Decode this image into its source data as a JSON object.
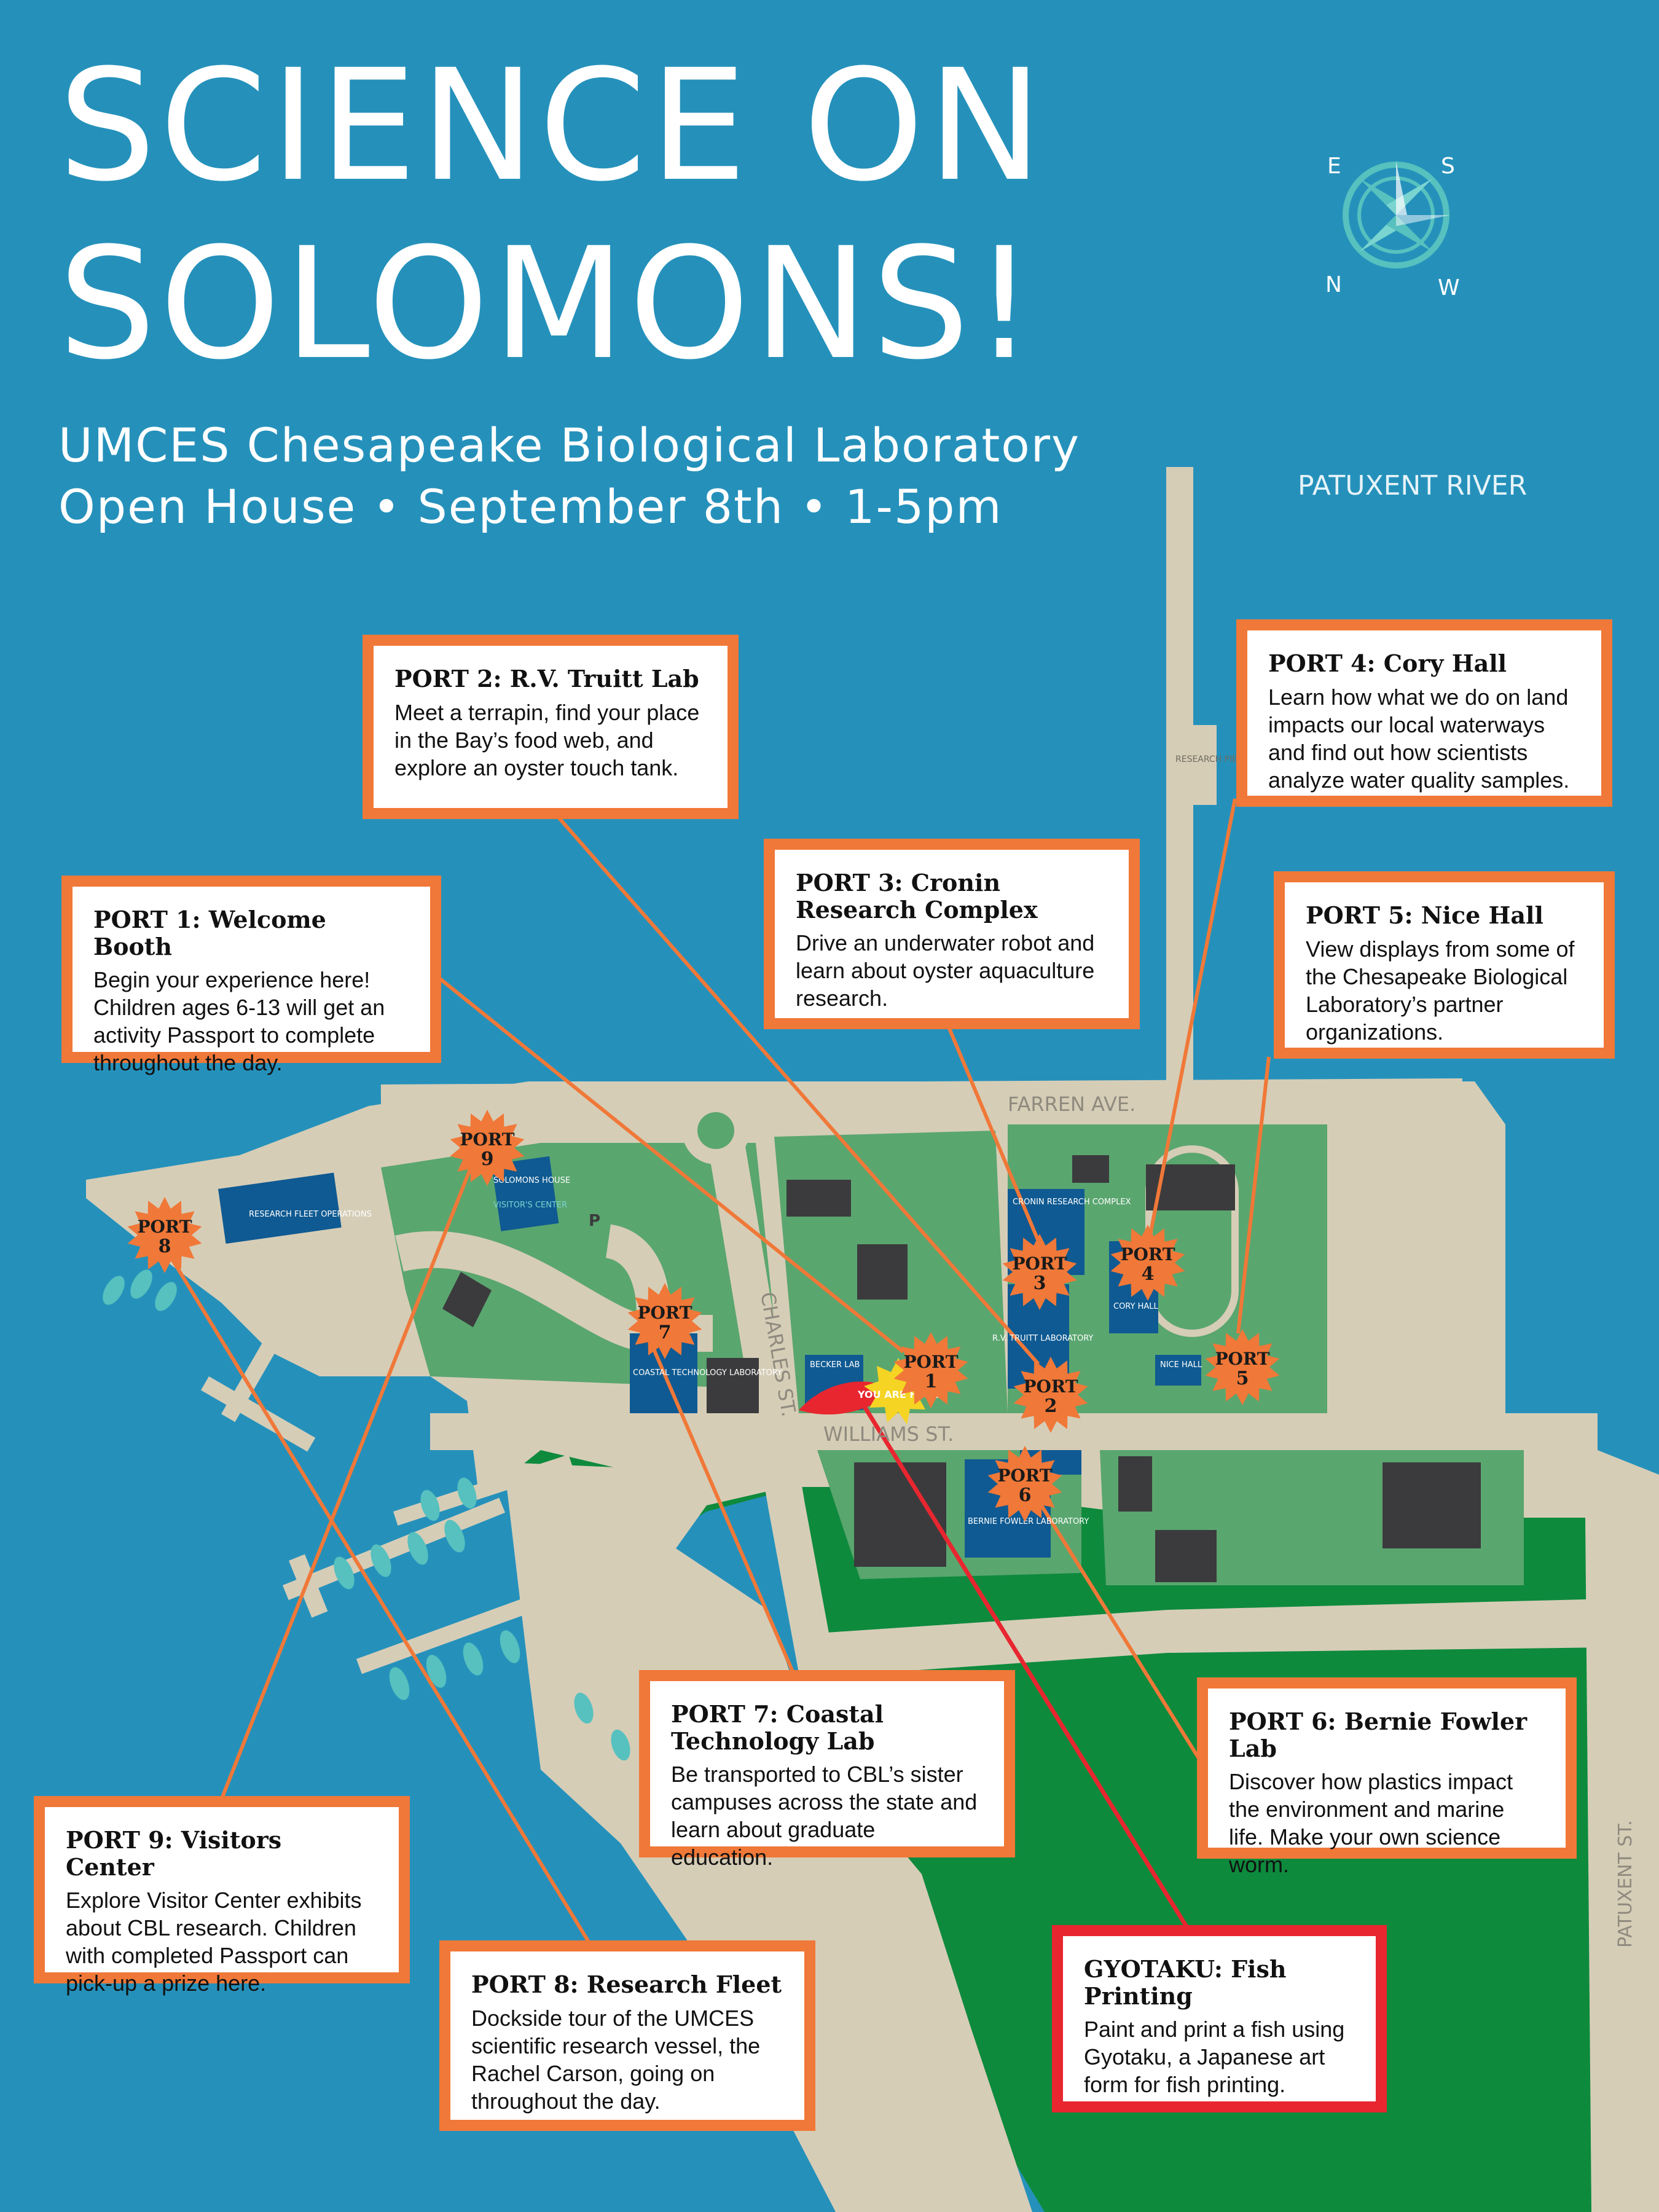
{
  "header": {
    "title_line1": "SCIENCE  ON",
    "title_line2": "SOLOMONS!",
    "subtitle_line1": "UMCES Chesapeake Biological Laboratory",
    "subtitle_line2": "Open House  •  September 8th  •  1-5pm"
  },
  "compass": {
    "e": "E",
    "s": "S",
    "n": "N",
    "w": "W"
  },
  "map_labels": {
    "river": "PATUXENT RIVER",
    "pier": "RESEARCH PIER",
    "farren": "FARREN AVE.",
    "charles": "CHARLES ST.",
    "williams": "WILLIAMS ST.",
    "patuxent_st": "PATUXENT ST.",
    "parking": "P",
    "you_are_here": "YOU ARE HERE"
  },
  "buildings": {
    "fleet": "RESEARCH FLEET OPERATIONS",
    "solomons": "SOLOMONS HOUSE",
    "visitors": "VISITOR'S CENTER",
    "coastal": "COASTAL TECHNOLOGY LABORATORY",
    "becker": "BECKER LAB",
    "cronin": "CRONIN RESEARCH COMPLEX",
    "truitt": "R.V. TRUITT LABORATORY",
    "cory": "CORY HALL",
    "nice": "NICE HALL",
    "fowler": "BERNIE FOWLER LABORATORY"
  },
  "port_word": "PORT",
  "ports": [
    {
      "num": "1",
      "title": "PORT 1:  Welcome Booth",
      "desc": "Begin your experience here! Children ages 6-13 will get an activity Passport to complete throughout the day."
    },
    {
      "num": "2",
      "title": "PORT 2:  R.V. Truitt Lab",
      "desc": "Meet a terrapin, find your place in the Bay’s food web, and explore an oyster touch tank."
    },
    {
      "num": "3",
      "title": "PORT 3:  Cronin Research Complex",
      "desc": "Drive an underwater robot and learn about oyster aquaculture research."
    },
    {
      "num": "4",
      "title": "PORT 4:  Cory Hall",
      "desc": "Learn how what we do on land impacts our local waterways and find out how scientists analyze water quality samples."
    },
    {
      "num": "5",
      "title": "PORT 5: Nice Hall",
      "desc": "View displays from some of the Chesapeake Biological Laboratory’s partner organizations."
    },
    {
      "num": "6",
      "title": "PORT 6:  Bernie Fowler Lab",
      "desc": "Discover how plastics impact the environment and marine life. Make your own science worm."
    },
    {
      "num": "7",
      "title": "PORT 7: Coastal Technology Lab",
      "desc": "Be transported to CBL’s sister campuses across the state and learn about graduate education."
    },
    {
      "num": "8",
      "title": "PORT 8:  Research Fleet",
      "desc": "Dockside tour of the UMCES scientific research vessel, the Rachel Carson, going on throughout the day."
    },
    {
      "num": "9",
      "title": "PORT 9: Visitors Center",
      "desc": "Explore Visitor Center exhibits about CBL research. Children with completed Passport can pick-up a prize here."
    }
  ],
  "gyotaku": {
    "title": "GYOTAKU:  Fish Printing",
    "desc": "Paint and print a fish using Gyotaku, a Japanese art form for fish printing."
  },
  "colors": {
    "water": "#2591bb",
    "land": "#d6cdb7",
    "lawn": "#5aa66f",
    "forest": "#0e8a3d",
    "building_blue": "#0f5a92",
    "building_dark": "#3b3b3d",
    "port_orange": "#f07838",
    "gyotaku_red": "#e8262f"
  }
}
